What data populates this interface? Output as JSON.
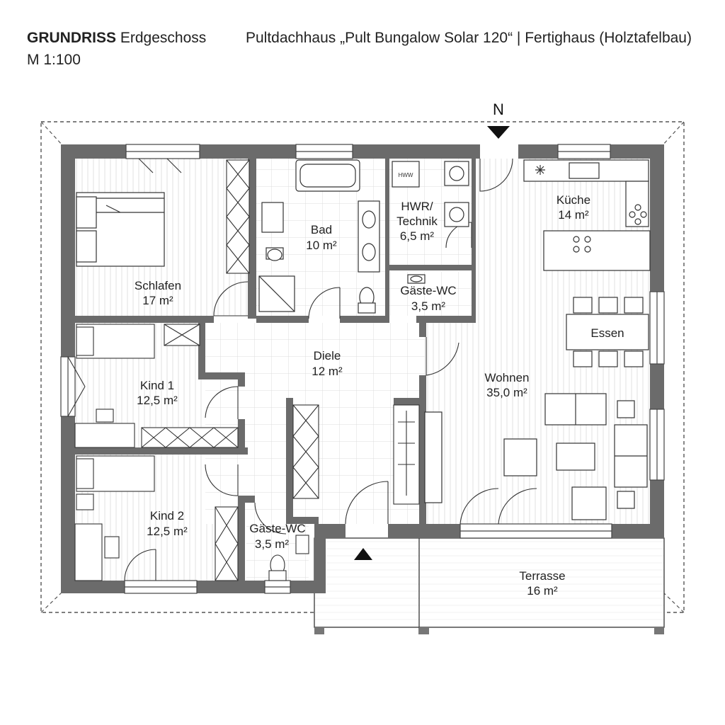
{
  "header": {
    "title_bold": "GRUNDRISS",
    "title_rest": " Erdgeschoss",
    "scale": "M 1:100",
    "subtitle": "Pultdachhaus „Pult Bungalow Solar 120“ | Fertighaus (Holztafelbau)"
  },
  "compass": {
    "label": "N"
  },
  "rooms": {
    "schlafen": {
      "name": "Schlafen",
      "area": "17 m²"
    },
    "bad": {
      "name": "Bad",
      "area": "10 m²"
    },
    "hwr": {
      "name_line1": "HWR/",
      "name_line2": "Technik",
      "area": "6,5 m²"
    },
    "kueche": {
      "name": "Küche",
      "area": "14 m²"
    },
    "gaeste_wc_1": {
      "name": "Gäste-WC",
      "area": "3,5 m²"
    },
    "essen": {
      "name": "Essen"
    },
    "diele": {
      "name": "Diele",
      "area": "12 m²"
    },
    "wohnen": {
      "name": "Wohnen",
      "area": "35,0 m²"
    },
    "kind1": {
      "name": "Kind 1",
      "area": "12,5 m²"
    },
    "kind2": {
      "name": "Kind 2",
      "area": "12,5 m²"
    },
    "gaeste_wc_2": {
      "name": "Gäste-WC",
      "area": "3,5 m²"
    },
    "terrasse": {
      "name": "Terrasse",
      "area": "16 m²"
    }
  },
  "appliance_label": "HWW",
  "colors": {
    "wall": "#6b6b6b",
    "line": "#333333",
    "floor_lines": "#dedede",
    "tile": "#d9d9d9"
  }
}
